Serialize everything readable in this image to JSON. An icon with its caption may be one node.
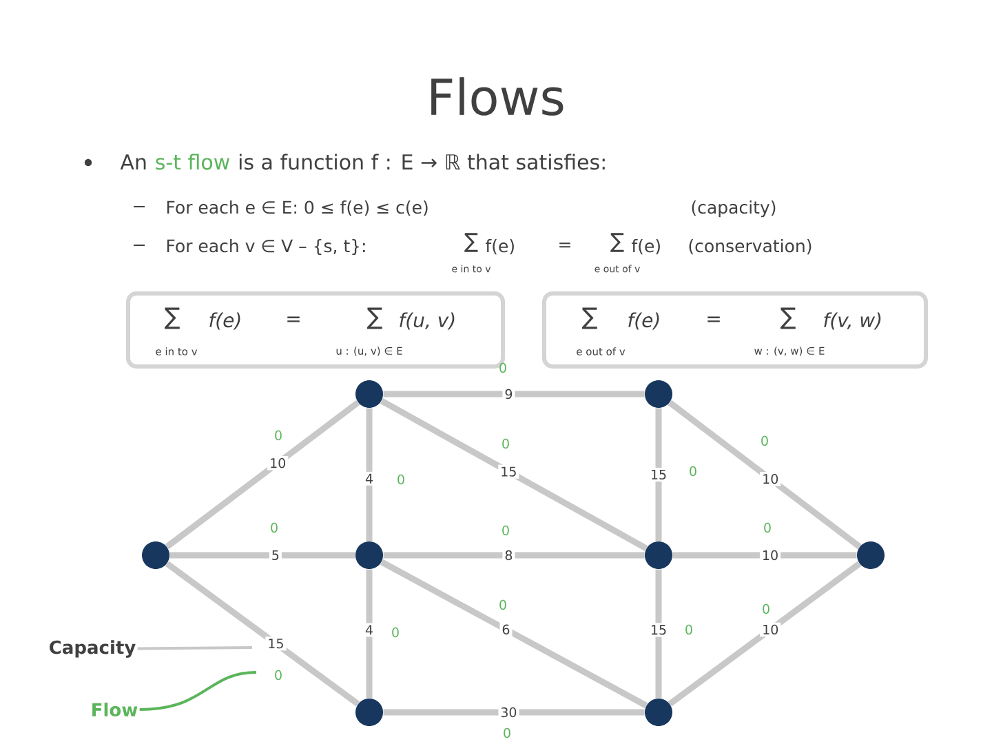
{
  "diagram": {
    "title": "Flows",
    "nodes": [
      {
        "text": [
          "∑",
          "f(e)",
          "=",
          "∑",
          "f(u, v)",
          "e in to v",
          "u : (u, v) ∈ E"
        ]
      },
      {
        "text": [
          "∑",
          "f(e)",
          "=",
          "∑",
          "f(v, w)",
          "e out of v",
          "w : (v, w) ∈ E"
        ]
      },
      {
        "text": [],
        "shape": "circle"
      },
      {
        "text": [],
        "shape": "circle"
      },
      {
        "text": [],
        "shape": "circle"
      },
      {
        "text": [],
        "shape": "circle"
      },
      {
        "text": [],
        "shape": "circle"
      },
      {
        "text": [],
        "shape": "circle"
      },
      {
        "text": [],
        "shape": "circle"
      },
      {
        "text": [],
        "shape": "circle"
      },
      {
        "text": [
          "Capacity"
        ]
      },
      {
        "text": [
          "Flow"
        ]
      }
    ],
    "edges": [
      {
        "from": 2,
        "to": 3,
        "arrow": "none",
        "label": "10"
      },
      {
        "from": 2,
        "to": 4,
        "arrow": "none",
        "label": "5"
      },
      {
        "from": 2,
        "to": 5,
        "arrow": "none",
        "label": "15"
      },
      {
        "from": 3,
        "to": 4,
        "arrow": "none",
        "label": "4"
      },
      {
        "from": 3,
        "to": 6,
        "arrow": "none",
        "label": "9"
      },
      {
        "from": 3,
        "to": 7,
        "arrow": "none",
        "label": "15"
      },
      {
        "from": 4,
        "to": 5,
        "arrow": "none",
        "label": "4"
      },
      {
        "from": 4,
        "to": 7,
        "arrow": "none",
        "label": "8"
      },
      {
        "from": 8,
        "to": 4,
        "arrow": "none",
        "label": "6"
      },
      {
        "from": 5,
        "to": 8,
        "arrow": "none",
        "label": "30"
      },
      {
        "from": 6,
        "to": 7,
        "arrow": "none",
        "label": "15"
      },
      {
        "from": 7,
        "to": 8,
        "arrow": "none",
        "label": "15"
      },
      {
        "from": 6,
        "to": 9,
        "arrow": "none",
        "label": "10"
      },
      {
        "from": 7,
        "to": 9,
        "arrow": "none",
        "label": "10"
      },
      {
        "from": 8,
        "to": 9,
        "arrow": "none",
        "label": "10"
      },
      {
        "from": 10,
        "to": null,
        "arrow": "none"
      },
      {
        "from": 11,
        "to": null,
        "arrow": "none",
        "color": "#5bb55b"
      }
    ],
    "labels": [
      "An",
      "s-t flow",
      "is a function f : E → ℝ that satisfies:",
      "For each e ∈ E: 0 ≤ f(e) ≤ c(e)",
      "(capacity)",
      "For each v ∈ V – {s, t}:",
      "∑",
      "f(e)",
      "=",
      "∑",
      "f(e)",
      "(conservation)",
      "e in to v",
      "e out of v",
      "0",
      "0",
      "0",
      "0",
      "0",
      "0",
      "0",
      "0",
      "0",
      "0",
      "0",
      "0",
      "0",
      "0",
      "0"
    ]
  }
}
